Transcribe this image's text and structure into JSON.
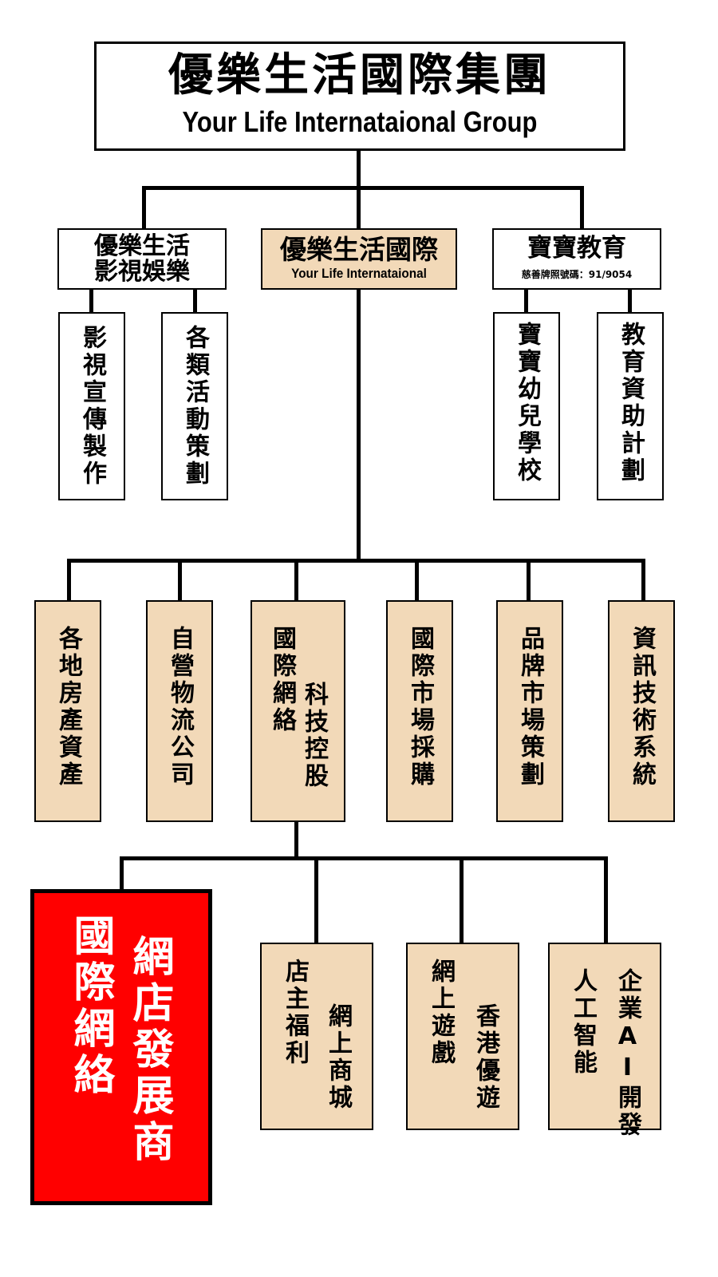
{
  "root": {
    "title": "優樂生活國際集團",
    "subtitle": "Your Life Internataional Group"
  },
  "level2": {
    "film": {
      "line1": "優樂生活",
      "line2": "影視娛樂"
    },
    "intl": {
      "title": "優樂生活國際",
      "subtitle": "Your Life Internataional"
    },
    "edu": {
      "title": "寶寶教育",
      "license": "慈善牌照號碼：91/9054"
    }
  },
  "film_children": [
    "影視宣傳製作",
    "各類活動策劃"
  ],
  "edu_children": [
    "寶寶幼兒學校",
    "教育資助計劃"
  ],
  "intl_children": {
    "property": "各地房產資產",
    "logistics": "自營物流公司",
    "tech_col1": "國際網絡",
    "tech_col2": "科技控股",
    "procurement": "國際市場採購",
    "brand": "品牌市場策劃",
    "it": "資訊技術系統"
  },
  "tech_children": {
    "dealer_col1": "國際網絡",
    "dealer_col2": "網店發展商",
    "mall_col1": "店主福利",
    "mall_col2": "網上商城",
    "games_col1": "網上遊戲",
    "games_col2": "香港優遊",
    "ai_col1": "人工智能",
    "ai_col2": "企業AI開發"
  },
  "colors": {
    "tan": "#f2d9b8",
    "red": "#ff0000",
    "line": "#000000"
  }
}
